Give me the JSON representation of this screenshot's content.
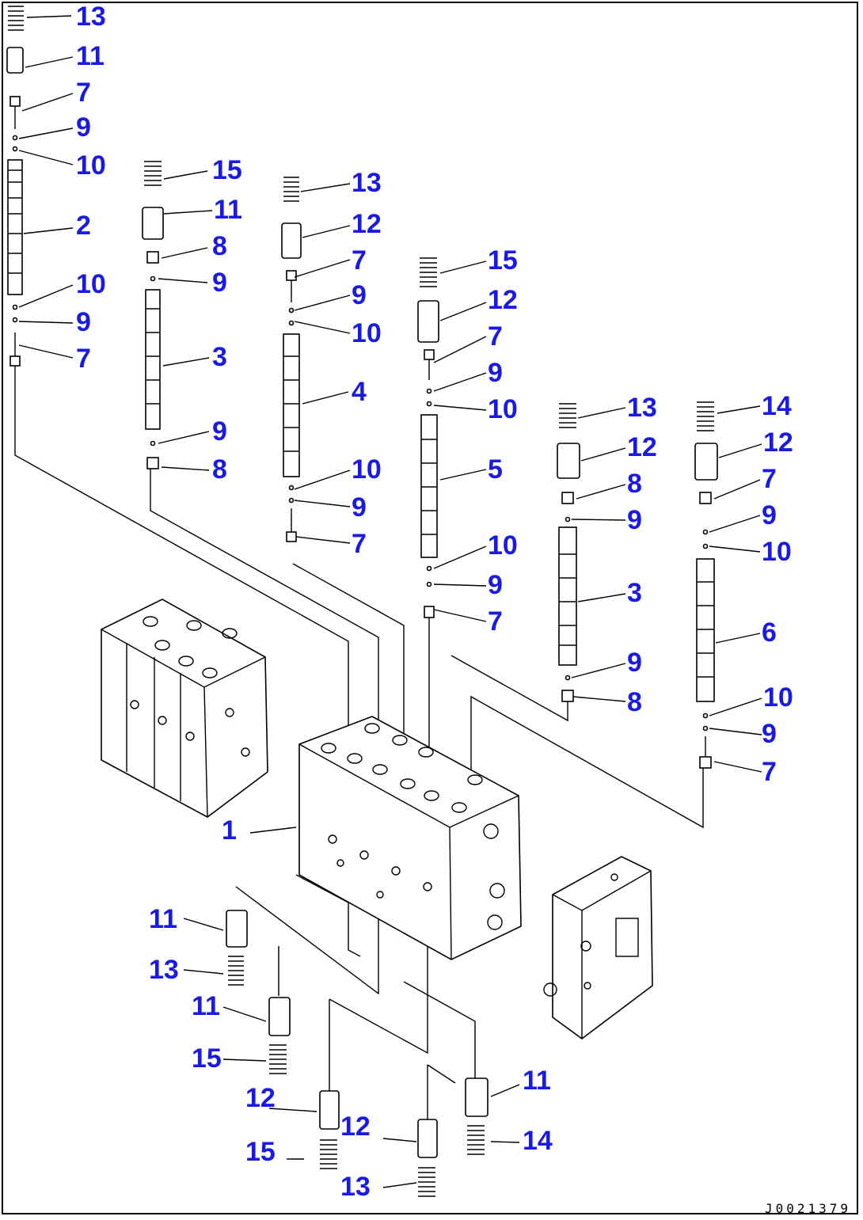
{
  "diagram": {
    "drawing_code": "J0021379",
    "accent_color": "#1a1ae6",
    "callouts": [
      {
        "label": "13"
      },
      {
        "label": "11"
      },
      {
        "label": "7"
      },
      {
        "label": "9"
      },
      {
        "label": "10"
      },
      {
        "label": "2"
      },
      {
        "label": "10"
      },
      {
        "label": "9"
      },
      {
        "label": "7"
      },
      {
        "label": "15"
      },
      {
        "label": "11"
      },
      {
        "label": "8"
      },
      {
        "label": "9"
      },
      {
        "label": "3"
      },
      {
        "label": "9"
      },
      {
        "label": "8"
      },
      {
        "label": "13"
      },
      {
        "label": "12"
      },
      {
        "label": "7"
      },
      {
        "label": "9"
      },
      {
        "label": "10"
      },
      {
        "label": "4"
      },
      {
        "label": "10"
      },
      {
        "label": "9"
      },
      {
        "label": "7"
      },
      {
        "label": "15"
      },
      {
        "label": "12"
      },
      {
        "label": "7"
      },
      {
        "label": "9"
      },
      {
        "label": "10"
      },
      {
        "label": "5"
      },
      {
        "label": "10"
      },
      {
        "label": "9"
      },
      {
        "label": "7"
      },
      {
        "label": "13"
      },
      {
        "label": "12"
      },
      {
        "label": "8"
      },
      {
        "label": "9"
      },
      {
        "label": "3"
      },
      {
        "label": "9"
      },
      {
        "label": "8"
      },
      {
        "label": "14"
      },
      {
        "label": "12"
      },
      {
        "label": "7"
      },
      {
        "label": "9"
      },
      {
        "label": "10"
      },
      {
        "label": "6"
      },
      {
        "label": "10"
      },
      {
        "label": "9"
      },
      {
        "label": "7"
      },
      {
        "label": "1"
      },
      {
        "label": "11"
      },
      {
        "label": "13"
      },
      {
        "label": "11"
      },
      {
        "label": "15"
      },
      {
        "label": "12"
      },
      {
        "label": "15"
      },
      {
        "label": "12"
      },
      {
        "label": "13"
      },
      {
        "label": "11"
      },
      {
        "label": "14"
      }
    ]
  }
}
